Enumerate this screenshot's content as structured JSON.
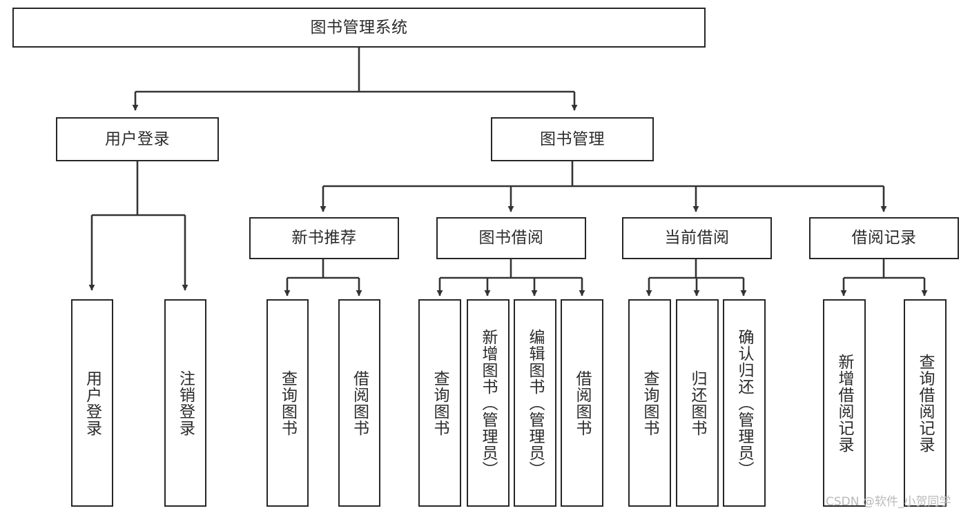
{
  "diagram": {
    "title": "图书管理系统",
    "type": "tree-hierarchy-chart",
    "colors": {
      "box_border": "#262626",
      "box_fill": "#ffffff",
      "edge": "#333333",
      "text": "#2b2b2b",
      "watermark": "#b9b9b9",
      "background": "#ffffff"
    },
    "watermark": "CSDN @软件_小贺同学",
    "levels": {
      "root": "图书管理系统",
      "level2": [
        "用户登录",
        "图书管理"
      ],
      "level3": [
        "新书推荐",
        "图书借阅",
        "当前借阅",
        "借阅记录"
      ]
    },
    "nodes": {
      "root": {
        "label": "图书管理系统"
      },
      "user_login": {
        "label": "用户登录"
      },
      "book_manage": {
        "label": "图书管理"
      },
      "new_book_rec": {
        "label": "新书推荐"
      },
      "book_borrow": {
        "label": "图书借阅"
      },
      "current_borrow": {
        "label": "当前借阅"
      },
      "borrow_record": {
        "label": "借阅记录"
      },
      "leaf_user_login": {
        "label": "用户登录"
      },
      "leaf_logout": {
        "label": "注销登录"
      },
      "leaf_query_book_1": {
        "label": "查询图书"
      },
      "leaf_borrow_book_1": {
        "label": "借阅图书"
      },
      "leaf_query_book_2": {
        "label": "查询图书"
      },
      "leaf_add_book": {
        "label": "新增图书（管理员）"
      },
      "leaf_edit_book": {
        "label": "编辑图书（管理员）"
      },
      "leaf_borrow_book_2": {
        "label": "借阅图书"
      },
      "leaf_query_book_3": {
        "label": "查询图书"
      },
      "leaf_return_book": {
        "label": "归还图书"
      },
      "leaf_confirm_return": {
        "label": "确认归还（管理员）"
      },
      "leaf_add_record": {
        "label": "新增借阅记录"
      },
      "leaf_query_record": {
        "label": "查询借阅记录"
      }
    }
  }
}
